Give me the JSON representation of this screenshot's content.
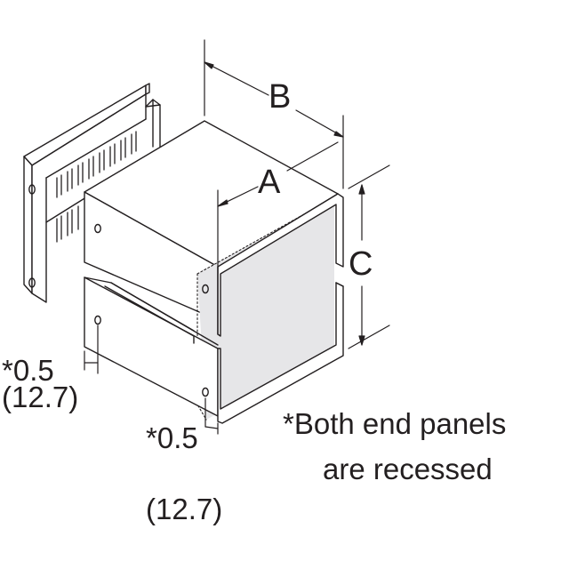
{
  "dimensions": {
    "a": "A",
    "b": "B",
    "c": "C",
    "left_offset_in": "*0.5",
    "left_offset_mm": "(12.7)",
    "bottom_offset_in": "*0.5",
    "bottom_offset_mm": "(12.7)"
  },
  "note": {
    "line1": "*Both end panels",
    "line2": "are recessed"
  },
  "colors": {
    "stroke": "#231f20",
    "panel_shade": "#e6e6e8",
    "background": "#ffffff"
  }
}
